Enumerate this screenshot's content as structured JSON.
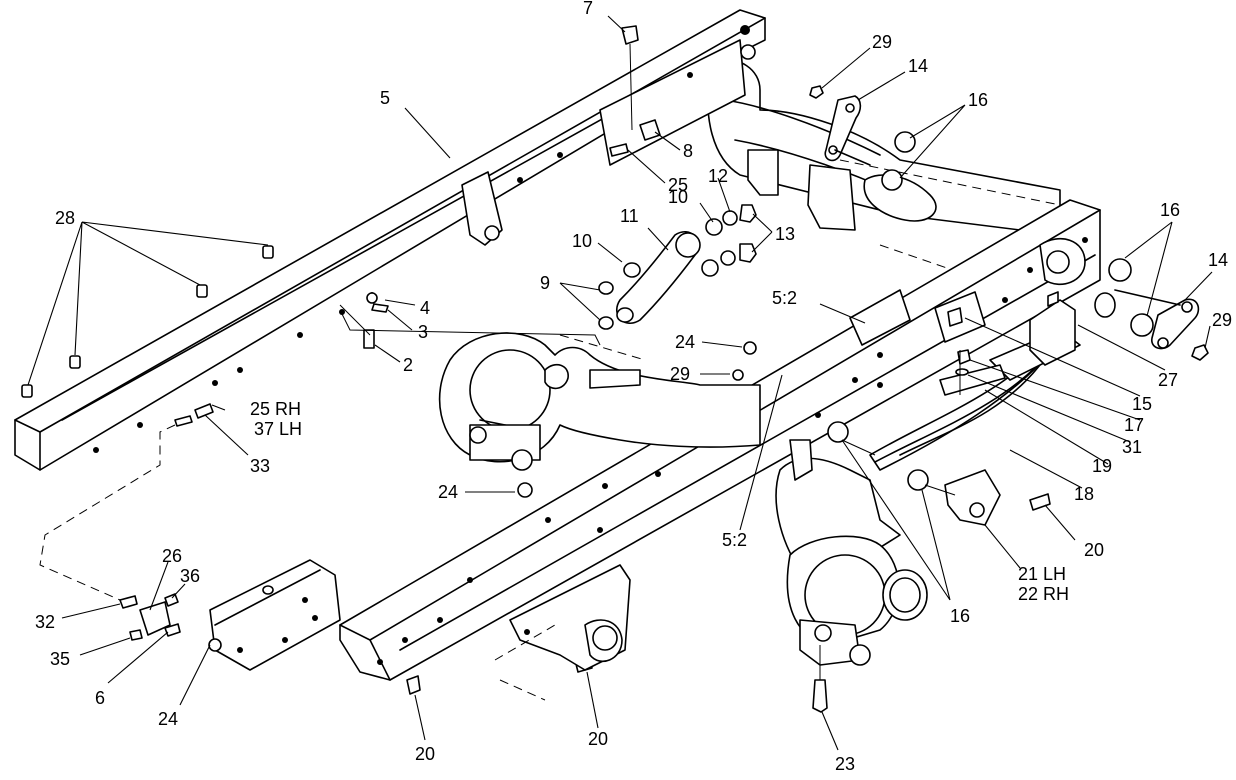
{
  "callouts": {
    "c7": "7",
    "c5": "5",
    "c29a": "29",
    "c14a": "14",
    "c16a": "16",
    "c8": "8",
    "c25": "25",
    "c12": "12",
    "c10a": "10",
    "c11": "11",
    "c13": "13",
    "c10b": "10",
    "c28": "28",
    "c16b": "16",
    "c14b": "14",
    "c29b": "29",
    "c9": "9",
    "c4": "4",
    "c3": "3",
    "c2": "2",
    "c52a": "5:2",
    "c24a": "24",
    "c29c": "29",
    "c27": "27",
    "c15": "15",
    "c17": "17",
    "c31": "31",
    "c19": "19",
    "c18": "18",
    "c25rh": "25 RH",
    "c37lh": "37 LH",
    "c33": "33",
    "c24b": "24",
    "c52b": "5:2",
    "c20a": "20",
    "c21lh": "21 LH",
    "c22rh": "22 RH",
    "c16c": "16",
    "c26": "26",
    "c36": "36",
    "c32": "32",
    "c35": "35",
    "c6": "6",
    "c24c": "24",
    "c20b": "20",
    "c20c": "20",
    "c23": "23"
  }
}
